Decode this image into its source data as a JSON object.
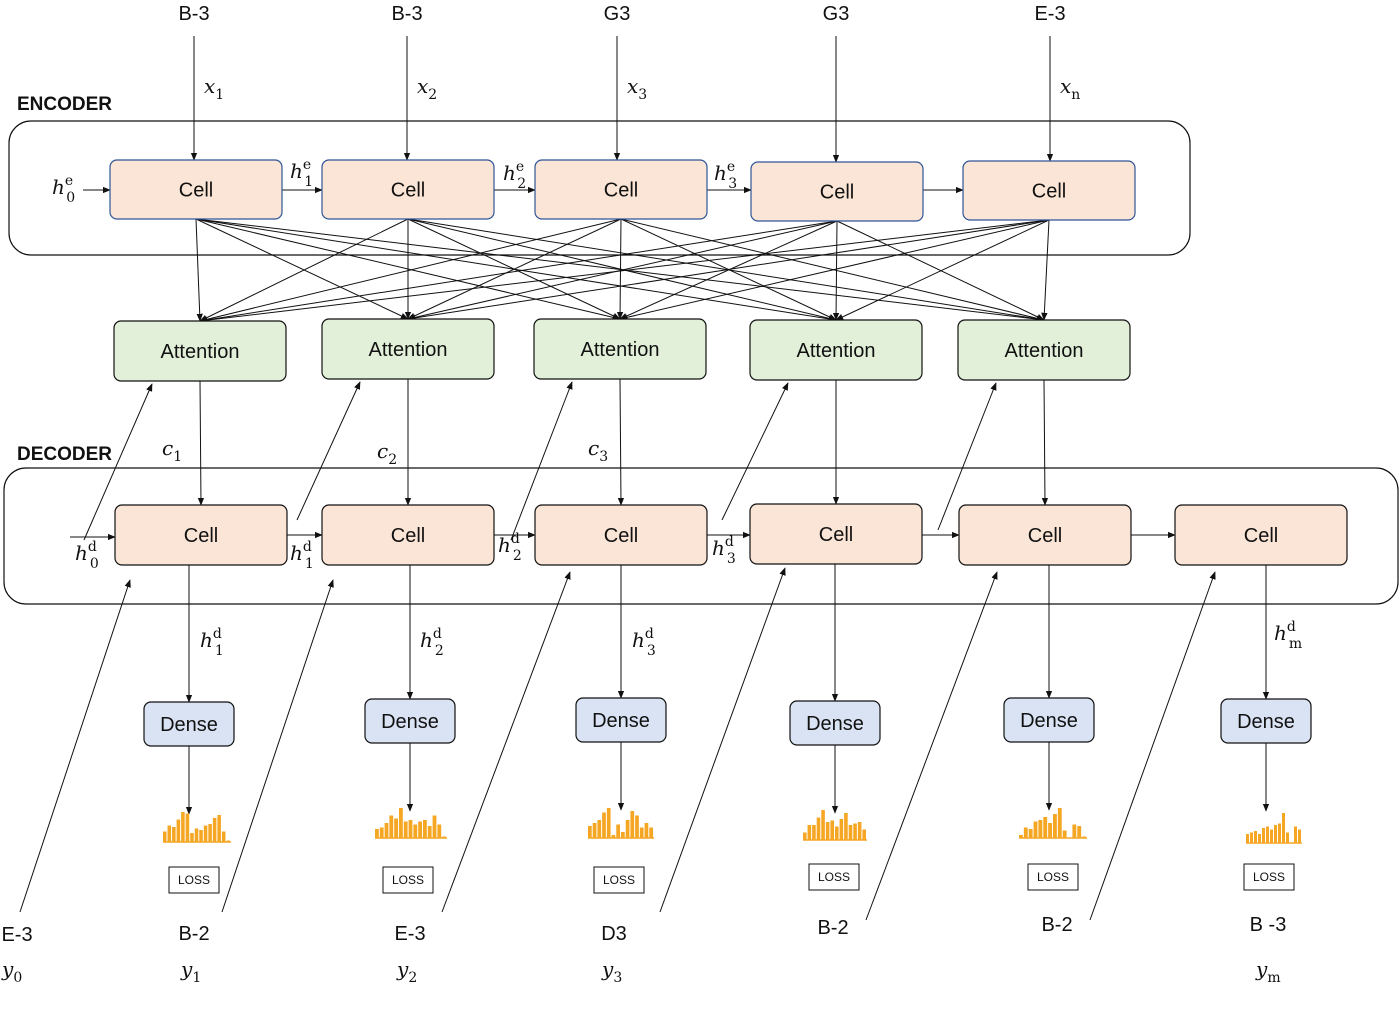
{
  "sections": {
    "encoder": "ENCODER",
    "decoder": "DECODER"
  },
  "labels": {
    "cell": "Cell",
    "attention": "Attention",
    "dense": "Dense",
    "loss": "LOSS"
  },
  "encoder_inputs": [
    {
      "token": "B-3",
      "var": "x",
      "sub": "1"
    },
    {
      "token": "B-3",
      "var": "x",
      "sub": "2"
    },
    {
      "token": "G3",
      "var": "x",
      "sub": "3"
    },
    {
      "token": "G3",
      "var": "",
      "sub": ""
    },
    {
      "token": "E-3",
      "var": "x",
      "sub": "n"
    }
  ],
  "encoder_hidden": [
    {
      "var": "h",
      "sub": "0",
      "sup": "e"
    },
    {
      "var": "h",
      "sub": "1",
      "sup": "e"
    },
    {
      "var": "h",
      "sub": "2",
      "sup": "e"
    },
    {
      "var": "h",
      "sub": "3",
      "sup": "e"
    }
  ],
  "context": [
    {
      "var": "c",
      "sub": "1"
    },
    {
      "var": "c",
      "sub": "2"
    },
    {
      "var": "c",
      "sub": "3"
    }
  ],
  "decoder_hidden": [
    {
      "var": "h",
      "sub": "0",
      "sup": "d"
    },
    {
      "var": "h",
      "sub": "1",
      "sup": "d"
    },
    {
      "var": "h",
      "sub": "2",
      "sup": "d"
    },
    {
      "var": "h",
      "sub": "3",
      "sup": "d"
    }
  ],
  "decoder_outputs": [
    {
      "var": "h",
      "sub": "1",
      "sup": "d"
    },
    {
      "var": "h",
      "sub": "2",
      "sup": "d"
    },
    {
      "var": "h",
      "sub": "3",
      "sup": "d"
    },
    {
      "var": "",
      "sub": "",
      "sup": ""
    },
    {
      "var": "",
      "sub": "",
      "sup": ""
    },
    {
      "var": "h",
      "sub": "m",
      "sup": "d"
    }
  ],
  "targets": [
    {
      "token": "E-3",
      "var": "y",
      "sub": "0"
    },
    {
      "token": "B-2",
      "var": "y",
      "sub": "1"
    },
    {
      "token": "E-3",
      "var": "y",
      "sub": "2"
    },
    {
      "token": "D3",
      "var": "y",
      "sub": "3"
    },
    {
      "token": "B-2",
      "var": "",
      "sub": ""
    },
    {
      "token": "B-2",
      "var": "",
      "sub": ""
    },
    {
      "token": "B -3",
      "var": "y",
      "sub": "m"
    }
  ],
  "colors": {
    "cell_fill": "#fbe5d6",
    "cell_stroke": "#2f5597",
    "attention_fill": "#e2f0d9",
    "dense_fill": "#dae3f3",
    "histogram": "#f5a623",
    "line": "#111111"
  },
  "histograms": [
    [
      0.35,
      0.55,
      0.5,
      0.75,
      1.0,
      0.95,
      0.3,
      0.45,
      0.4,
      0.55,
      0.6,
      0.8,
      0.9,
      0.35,
      0.05
    ],
    [
      0.3,
      0.35,
      0.5,
      0.75,
      0.65,
      1.0,
      0.55,
      0.6,
      0.45,
      0.55,
      0.6,
      0.4,
      0.75,
      0.45,
      0.05
    ],
    [
      0.4,
      0.5,
      0.6,
      0.85,
      1.0,
      0.1,
      0.45,
      0.2,
      0.6,
      0.9,
      0.75,
      0.35,
      0.5,
      0.35
    ],
    [
      0.25,
      0.5,
      0.5,
      0.75,
      1.0,
      0.6,
      0.65,
      0.45,
      0.7,
      0.9,
      0.5,
      0.55,
      0.6,
      0.35
    ],
    [
      0.1,
      0.35,
      0.3,
      0.55,
      0.6,
      0.7,
      0.5,
      0.8,
      1.0,
      0.25,
      0.0,
      0.45,
      0.4,
      0.05
    ],
    [
      0.3,
      0.35,
      0.4,
      0.3,
      0.5,
      0.55,
      0.45,
      0.6,
      0.65,
      1.0,
      0.35,
      0.0,
      0.55,
      0.45
    ]
  ]
}
